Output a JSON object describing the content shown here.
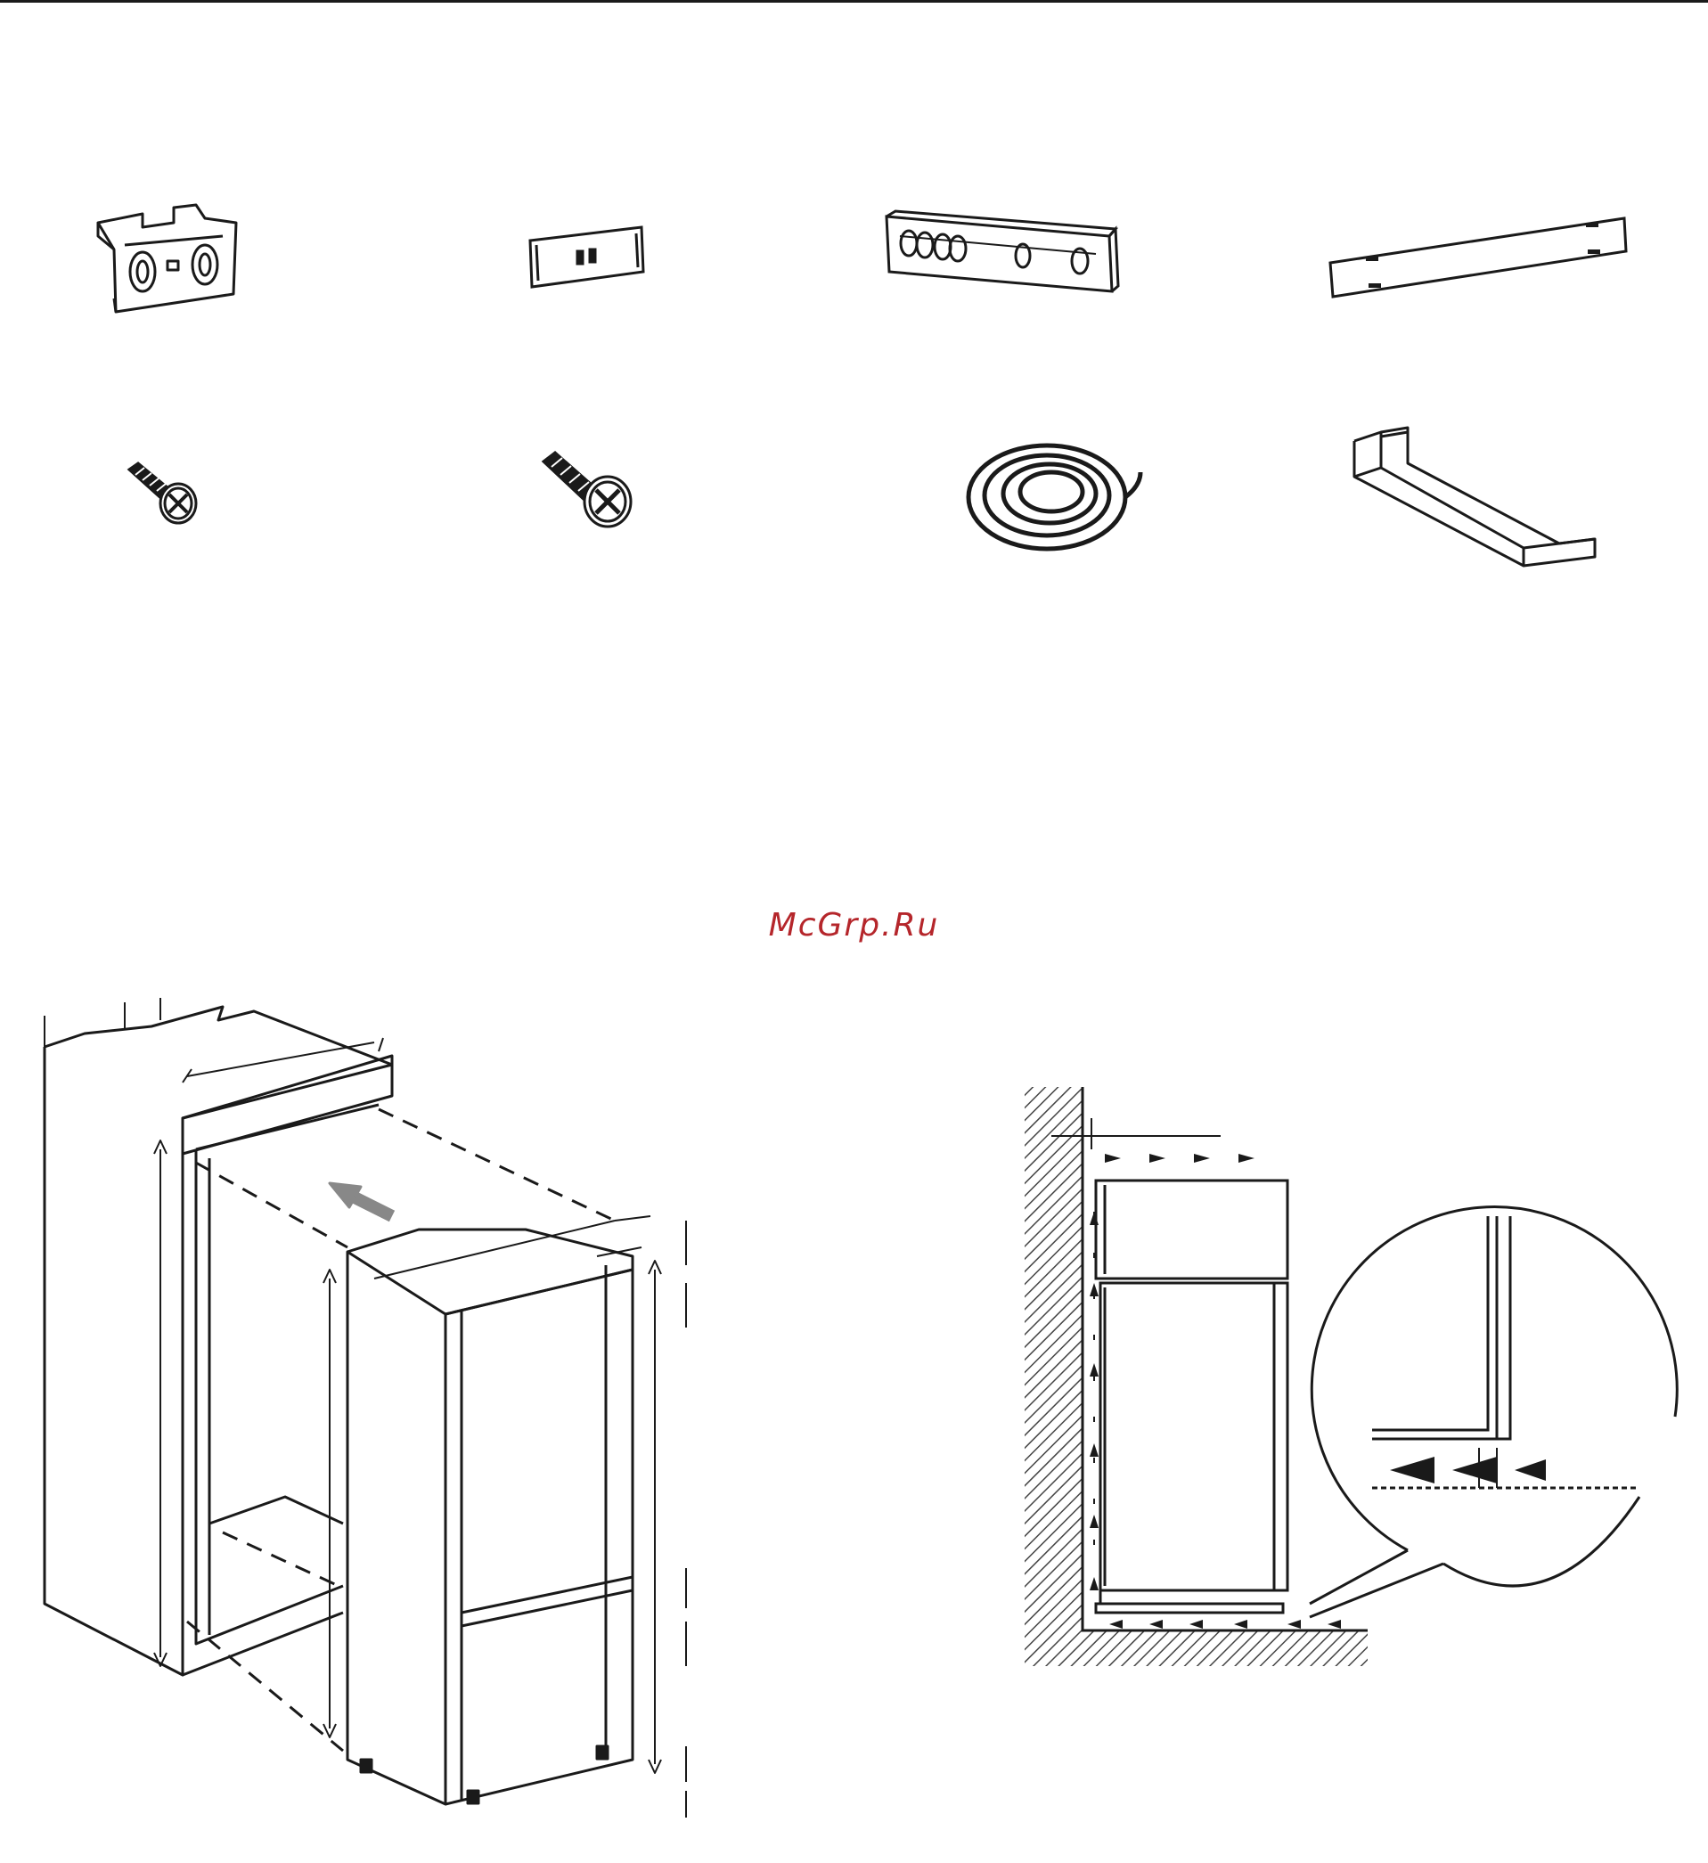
{
  "watermark": {
    "text": "McGrp.Ru",
    "color": "#b5262b"
  },
  "colors": {
    "ink": "#1a1a1a",
    "gray": "#888888",
    "hatch": "#444444"
  },
  "parts": [
    {
      "icon": "hinge-bracket-icon"
    },
    {
      "icon": "small-plate-icon"
    },
    {
      "icon": "long-bracket-icon"
    },
    {
      "icon": "strip-cover-icon"
    },
    {
      "icon": "short-screw-icon"
    },
    {
      "icon": "long-screw-icon"
    },
    {
      "icon": "seal-strip-roll-icon"
    },
    {
      "icon": "angle-guide-icon"
    }
  ],
  "figures": [
    {
      "icon": "cabinet-installation-diagram"
    },
    {
      "icon": "ventilation-airflow-diagram"
    }
  ]
}
